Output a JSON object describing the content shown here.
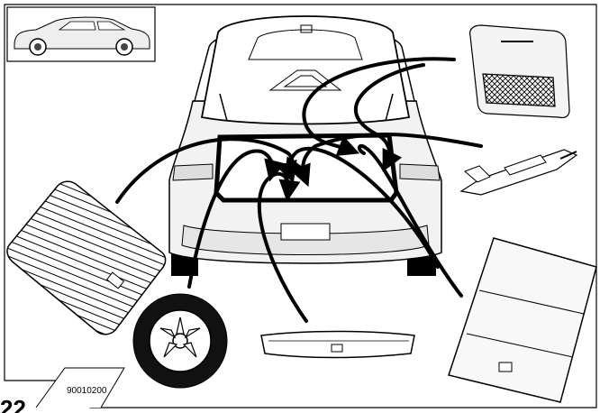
{
  "figure": {
    "reference_code": "90010200",
    "page_number": "22"
  },
  "callouts": [
    "sedan-side-view-inset",
    "cargo-net-panel",
    "car-jack-and-handle",
    "luggage-cover-floor-panel",
    "trunk-mat-panel",
    "spare-wheel",
    "trunk-sill-trim"
  ]
}
